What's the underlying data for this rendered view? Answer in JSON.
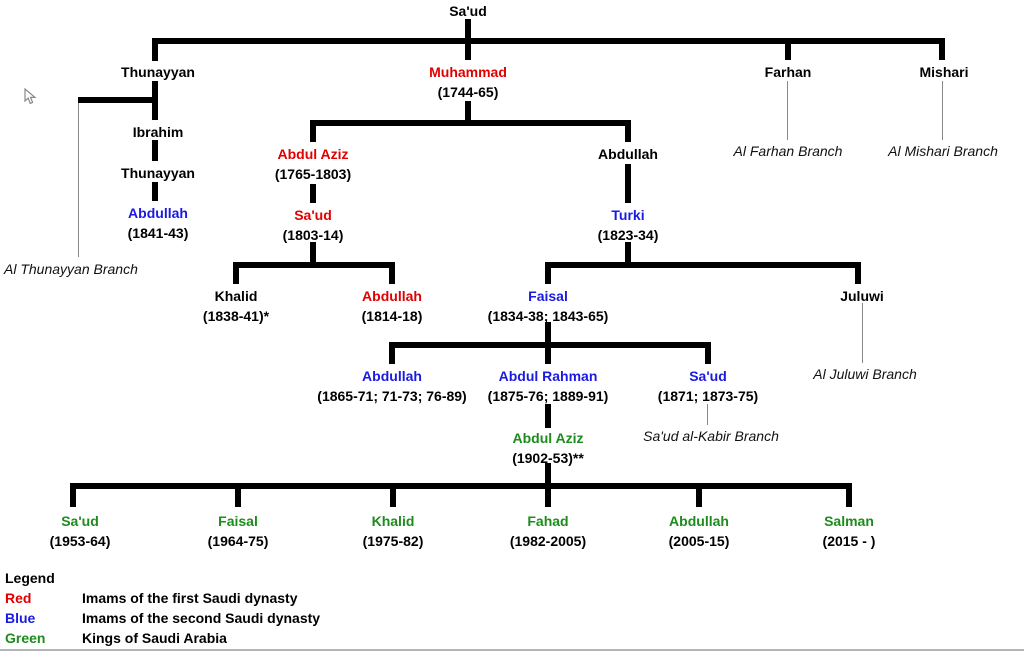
{
  "palette": {
    "red": "#e00000",
    "blue": "#1a1ae0",
    "green": "#1c8c1c",
    "black": "#000000",
    "thin_line": "#888888"
  },
  "tree": {
    "nodes": {
      "saud_root": {
        "name": "Sa'ud",
        "dates": "",
        "color": "black"
      },
      "thunayyan1": {
        "name": "Thunayyan",
        "dates": "",
        "color": "black"
      },
      "muhammad": {
        "name": "Muhammad",
        "dates": "(1744-65)",
        "color": "red"
      },
      "farhan": {
        "name": "Farhan",
        "dates": "",
        "color": "black"
      },
      "mishari": {
        "name": "Mishari",
        "dates": "",
        "color": "black"
      },
      "ibrahim": {
        "name": "Ibrahim",
        "dates": "",
        "color": "black"
      },
      "thunayyan2": {
        "name": "Thunayyan",
        "dates": "",
        "color": "black"
      },
      "abdullah_1841": {
        "name": "Abdullah",
        "dates": "(1841-43)",
        "color": "blue"
      },
      "abdulaziz_1765": {
        "name": "Abdul Aziz",
        "dates": "(1765-1803)",
        "color": "red"
      },
      "abdullah_mid": {
        "name": "Abdullah",
        "dates": "",
        "color": "black"
      },
      "saud_1803": {
        "name": "Sa'ud",
        "dates": "(1803-14)",
        "color": "red"
      },
      "turki": {
        "name": "Turki",
        "dates": "(1823-34)",
        "color": "blue"
      },
      "khalid_1838": {
        "name": "Khalid",
        "dates": "(1838-41)*",
        "color": "black"
      },
      "abdullah_1814": {
        "name": "Abdullah",
        "dates": "(1814-18)",
        "color": "red"
      },
      "faisal_1834": {
        "name": "Faisal",
        "dates": "(1834-38; 1843-65)",
        "color": "blue"
      },
      "juluwi": {
        "name": "Juluwi",
        "dates": "",
        "color": "black"
      },
      "abdullah_1865": {
        "name": "Abdullah",
        "dates": "(1865-71; 71-73; 76-89)",
        "color": "blue"
      },
      "abdulrahman": {
        "name": "Abdul Rahman",
        "dates": "(1875-76; 1889-91)",
        "color": "blue"
      },
      "saud_1871": {
        "name": "Sa'ud",
        "dates": "(1871; 1873-75)",
        "color": "blue"
      },
      "abdulaziz_1902": {
        "name": "Abdul Aziz",
        "dates": "(1902-53)**",
        "color": "green"
      },
      "saud_king": {
        "name": "Sa'ud",
        "dates": "(1953-64)",
        "color": "green"
      },
      "faisal_king": {
        "name": "Faisal",
        "dates": "(1964-75)",
        "color": "green"
      },
      "khalid_king": {
        "name": "Khalid",
        "dates": "(1975-82)",
        "color": "green"
      },
      "fahad_king": {
        "name": "Fahad",
        "dates": "(1982-2005)",
        "color": "green"
      },
      "abdullah_king": {
        "name": "Abdullah",
        "dates": "(2005-15)",
        "color": "green"
      },
      "salman_king": {
        "name": "Salman",
        "dates": "(2015 - )",
        "color": "green"
      }
    },
    "branch_labels": {
      "al_thunayyan": "Al Thunayyan Branch",
      "al_farhan": "Al Farhan Branch",
      "al_mishari": "Al Mishari Branch",
      "al_juluwi": "Al Juluwi Branch",
      "saud_al_kabir": "Sa'ud al-Kabir Branch"
    }
  },
  "legend": {
    "title": "Legend",
    "entries": [
      {
        "term": "Red",
        "color": "red",
        "description": "Imams of the first Saudi dynasty"
      },
      {
        "term": "Blue",
        "color": "blue",
        "description": "Imams of the second Saudi dynasty"
      },
      {
        "term": "Green",
        "color": "green",
        "description": "Kings of Saudi Arabia"
      }
    ]
  }
}
